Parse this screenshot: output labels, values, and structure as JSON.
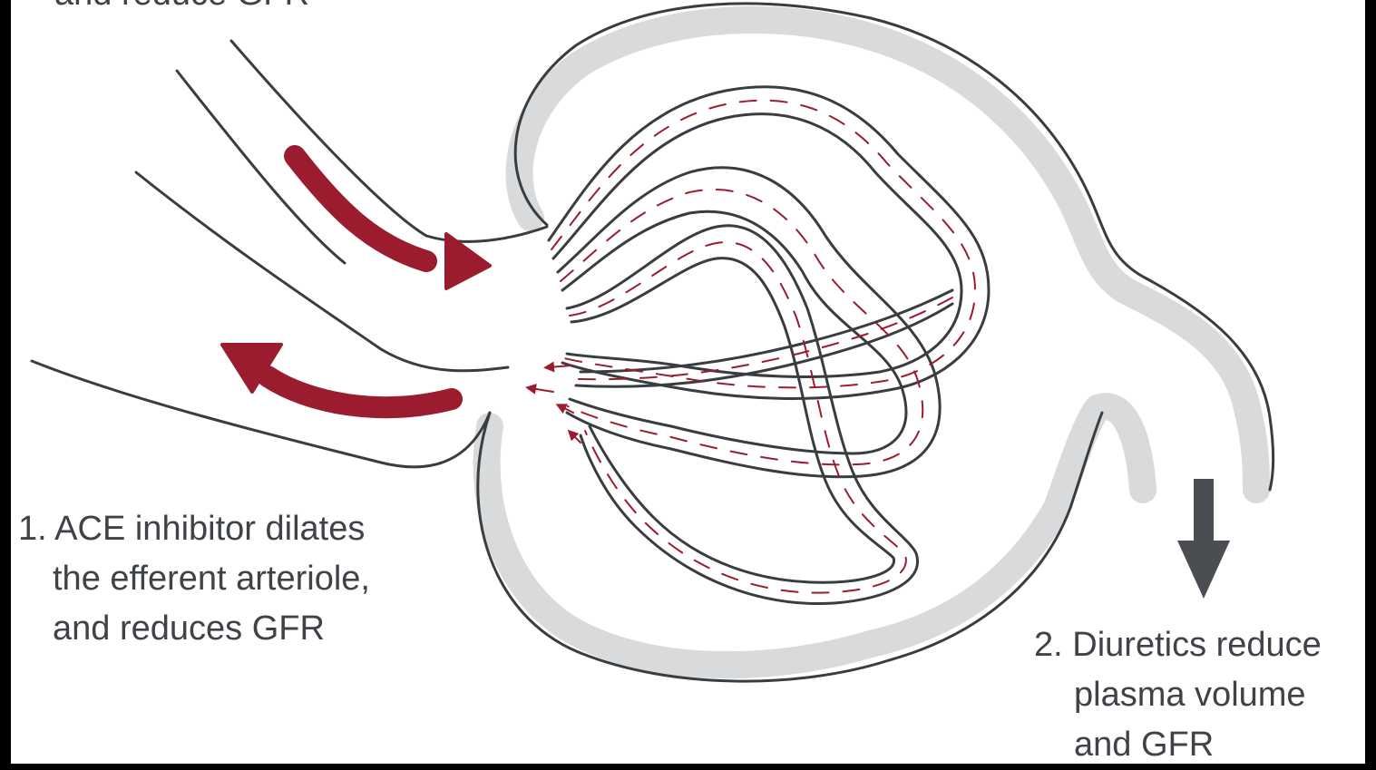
{
  "diagram": {
    "top_partial_label": "and reduce GFR",
    "ace_label": {
      "number": "1.",
      "lines": [
        "ACE inhibitor dilates",
        "the efferent arteriole,",
        "and reduces GFR"
      ]
    },
    "diuretic_label": {
      "number": "2.",
      "lines": [
        "Diuretics reduce",
        "plasma volume",
        "and GFR"
      ]
    },
    "colors": {
      "background_frame": "#000000",
      "panel": "#ffffff",
      "outline": "#3a3d40",
      "capsule": "#d9dadb",
      "arrow_red": "#9b1c2e",
      "arrow_gray": "#4a4d52"
    }
  }
}
